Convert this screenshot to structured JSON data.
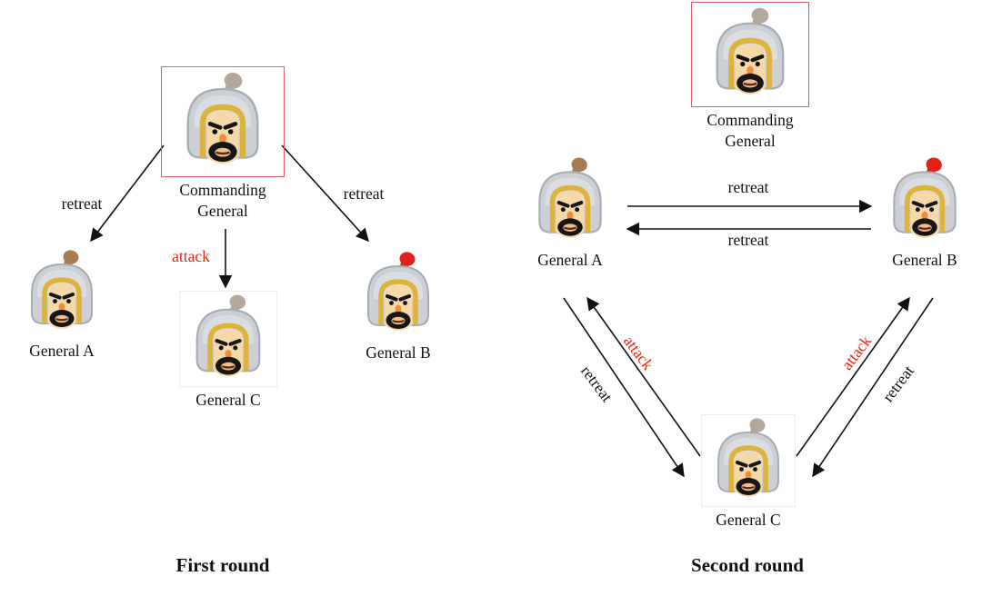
{
  "diagram": {
    "type": "byzantine-generals-two-rounds"
  },
  "colors": {
    "attack_text": "#e8250e",
    "commander_box_border": "#e05c5c",
    "plumes": {
      "commander": "#b3a89a",
      "general_a": "#a87c52",
      "general_b": "#e32119",
      "general_c": "#b3a89a"
    }
  },
  "first_round": {
    "caption": "First round",
    "commander_label": "Commanding General",
    "generals": {
      "a": "General A",
      "b": "General B",
      "c": "General C"
    },
    "edges": [
      {
        "from": "commanding-general",
        "to": "general-a",
        "label": "retreat"
      },
      {
        "from": "commanding-general",
        "to": "general-c",
        "label": "attack"
      },
      {
        "from": "commanding-general",
        "to": "general-b",
        "label": "retreat"
      }
    ]
  },
  "second_round": {
    "caption": "Second round",
    "commander_label": "Commanding General",
    "generals": {
      "a": "General A",
      "b": "General B",
      "c": "General C"
    },
    "edges": [
      {
        "from": "general-a",
        "to": "general-b",
        "label": "retreat"
      },
      {
        "from": "general-b",
        "to": "general-a",
        "label": "retreat"
      },
      {
        "from": "general-c",
        "to": "general-a",
        "label": "attack"
      },
      {
        "from": "general-a",
        "to": "general-c",
        "label": "retreat"
      },
      {
        "from": "general-c",
        "to": "general-b",
        "label": "attack"
      },
      {
        "from": "general-b",
        "to": "general-c",
        "label": "retreat"
      }
    ]
  }
}
